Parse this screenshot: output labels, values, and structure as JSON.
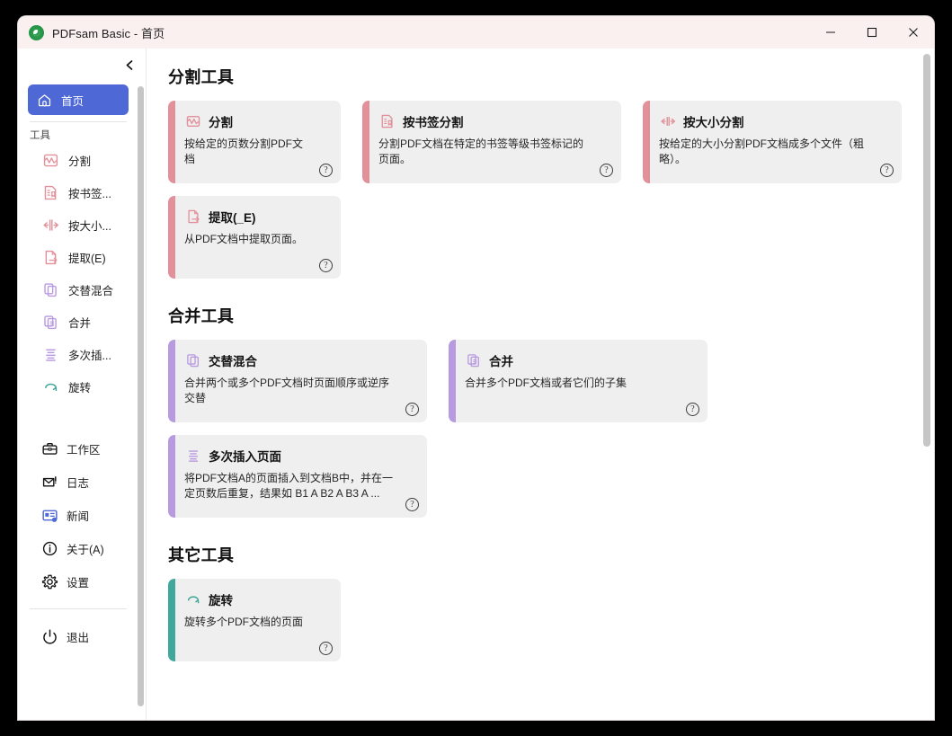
{
  "window": {
    "title": "PDFsam Basic - 首页",
    "logo_icon": "pdfsam-logo-icon",
    "controls": {
      "minimize": "minimize-icon",
      "maximize": "maximize-icon",
      "close": "close-icon"
    }
  },
  "sidebar": {
    "collapse_icon": "chevron-left-icon",
    "home": {
      "label": "首页",
      "icon": "home-icon",
      "active": true
    },
    "tools_group_label": "工具",
    "tools": [
      {
        "label": "分割",
        "icon": "split-icon"
      },
      {
        "label": "按书签...",
        "icon": "split-by-bookmark-icon"
      },
      {
        "label": "按大小...",
        "icon": "split-by-size-icon"
      },
      {
        "label": "提取(E)",
        "icon": "extract-icon"
      },
      {
        "label": "交替混合",
        "icon": "alternate-mix-icon"
      },
      {
        "label": "合并",
        "icon": "merge-icon"
      },
      {
        "label": "多次插...",
        "icon": "repeated-insert-icon"
      },
      {
        "label": "旋转",
        "icon": "rotate-icon"
      }
    ],
    "lower": [
      {
        "label": "工作区",
        "icon": "workspace-icon"
      },
      {
        "label": "日志",
        "icon": "log-icon"
      },
      {
        "label": "新闻",
        "icon": "news-icon"
      },
      {
        "label": "关于(A)",
        "icon": "about-icon"
      },
      {
        "label": "设置",
        "icon": "settings-icon"
      }
    ],
    "quit": {
      "label": "退出",
      "icon": "power-icon"
    }
  },
  "main": {
    "help_glyph": "?",
    "sections": [
      {
        "title": "分割工具",
        "accent": "#e2909a",
        "rows": [
          [
            {
              "title": "分割",
              "desc": "按给定的页数分割PDF文档",
              "icon": "split-icon",
              "wide": false
            },
            {
              "title": "按书签分割",
              "desc": "分割PDF文档在特定的书签等级书签标记的页面。",
              "icon": "split-by-bookmark-icon",
              "wide": true
            },
            {
              "title": "按大小分割",
              "desc": "按给定的大小分割PDF文档成多个文件（粗略）。",
              "icon": "split-by-size-icon",
              "wide": true
            }
          ],
          [
            {
              "title": "提取(_E)",
              "desc": "从PDF文档中提取页面。",
              "icon": "extract-icon",
              "wide": false
            }
          ]
        ]
      },
      {
        "title": "合并工具",
        "accent": "#b79ae0",
        "rows": [
          [
            {
              "title": "交替混合",
              "desc": "合并两个或多个PDF文档时页面顺序或逆序交替",
              "icon": "alternate-mix-icon",
              "wide": true
            },
            {
              "title": "合并",
              "desc": "合并多个PDF文档或者它们的子集",
              "icon": "merge-icon",
              "wide": true
            }
          ],
          [
            {
              "title": "多次插入页面",
              "desc": "将PDF文档A的页面插入到文档B中，并在一定页数后重复，结果如 B1 A B2 A B3 A ...",
              "icon": "repeated-insert-icon",
              "wide": true
            }
          ]
        ]
      },
      {
        "title": "其它工具",
        "accent": "#3fa79b",
        "rows": [
          [
            {
              "title": "旋转",
              "desc": "旋转多个PDF文档的页面",
              "icon": "rotate-icon",
              "wide": false
            }
          ]
        ]
      }
    ]
  },
  "colors": {
    "accent_blue": "#4e68d6",
    "split_pink": "#e2909a",
    "merge_purple": "#b79ae0",
    "other_teal": "#3fa79b",
    "titlebar_bg": "#faf0ef",
    "card_bg": "#efefef"
  }
}
